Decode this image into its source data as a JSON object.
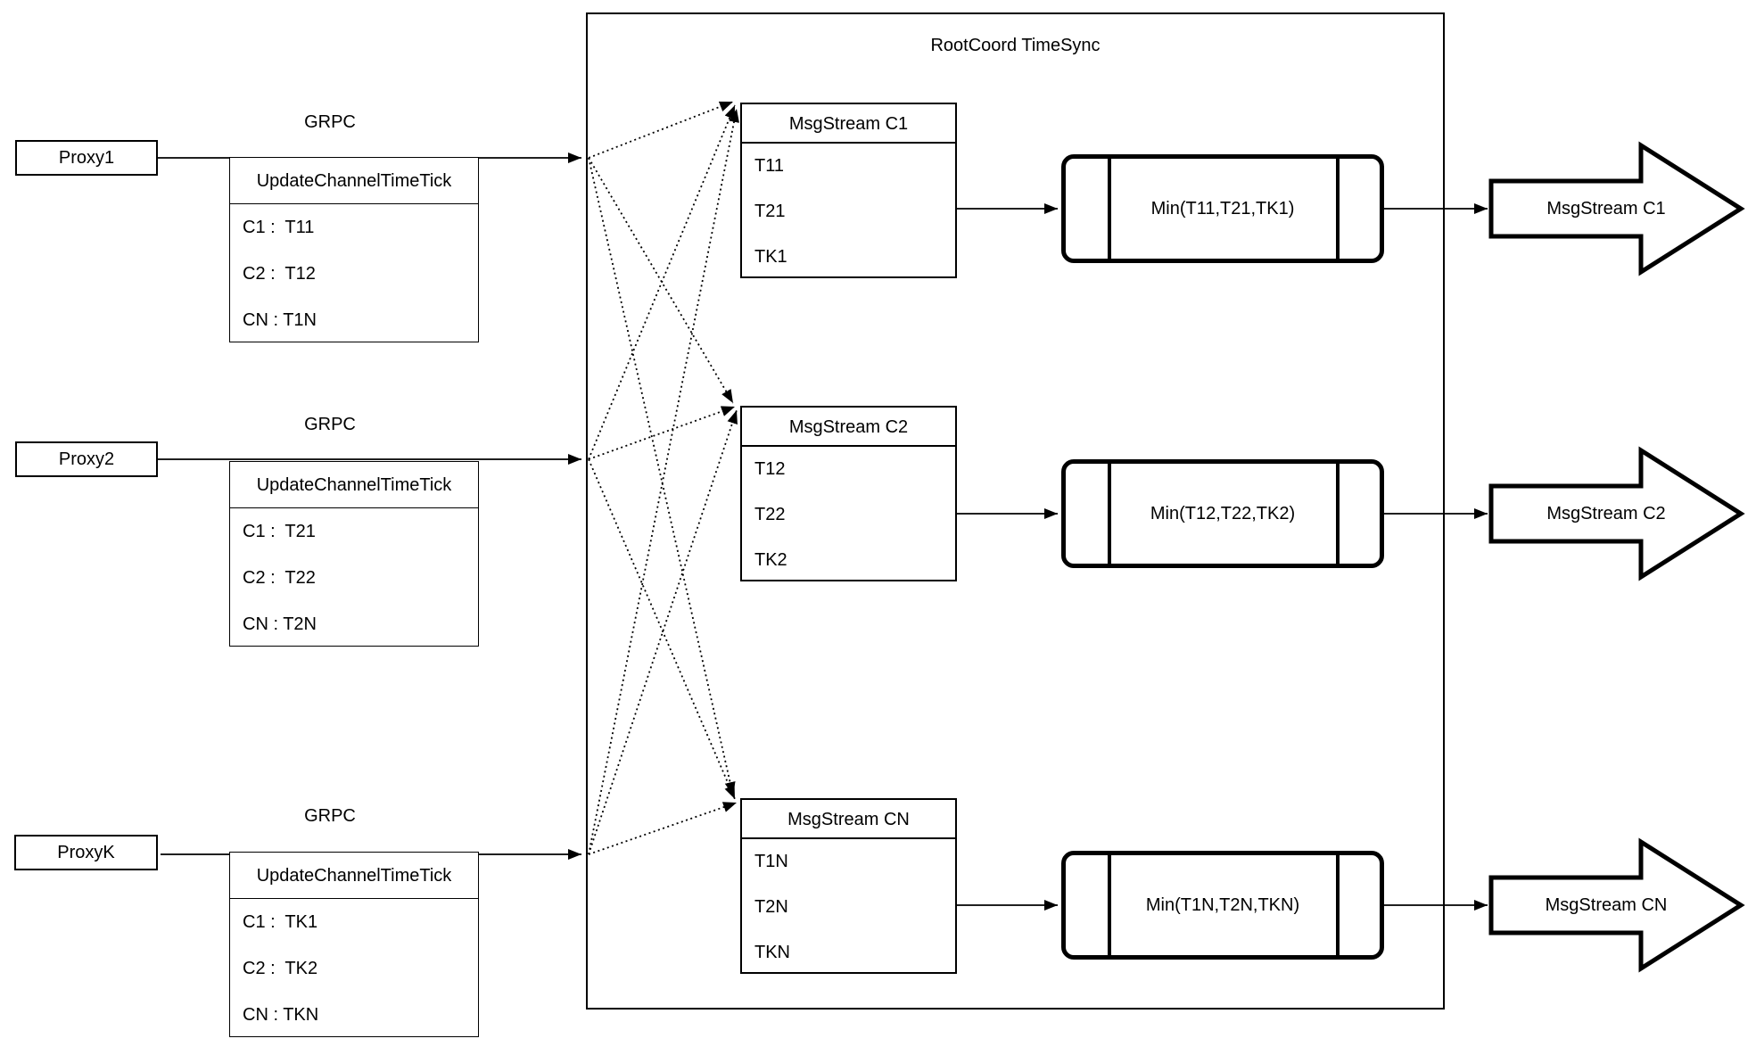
{
  "diagram": {
    "title": "RootCoord TimeSync",
    "grpc_label": "GRPC",
    "colors": {
      "stroke": "#000000",
      "background": "#ffffff"
    },
    "proxies": [
      {
        "name": "Proxy1",
        "table_header": "UpdateChannelTimeTick",
        "rows": [
          "C1 :  T11",
          "C2 :  T12",
          "CN : T1N"
        ]
      },
      {
        "name": "Proxy2",
        "table_header": "UpdateChannelTimeTick",
        "rows": [
          "C1 :  T21",
          "C2 :  T22",
          "CN : T2N"
        ]
      },
      {
        "name": "ProxyK",
        "table_header": "UpdateChannelTimeTick",
        "rows": [
          "C1 :  TK1",
          "C2 :  TK2",
          "CN : TKN"
        ]
      }
    ],
    "streams": [
      {
        "header": "MsgStream C1",
        "ticks": [
          "T11",
          "T21",
          "TK1"
        ],
        "min_label": "Min(T11,T21,TK1)",
        "output_label": "MsgStream C1"
      },
      {
        "header": "MsgStream C2",
        "ticks": [
          "T12",
          "T22",
          "TK2"
        ],
        "min_label": "Min(T12,T22,TK2)",
        "output_label": "MsgStream C2"
      },
      {
        "header": "MsgStream CN",
        "ticks": [
          "T1N",
          "T2N",
          "TKN"
        ],
        "min_label": "Min(T1N,T2N,TKN)",
        "output_label": "MsgStream CN"
      }
    ]
  }
}
